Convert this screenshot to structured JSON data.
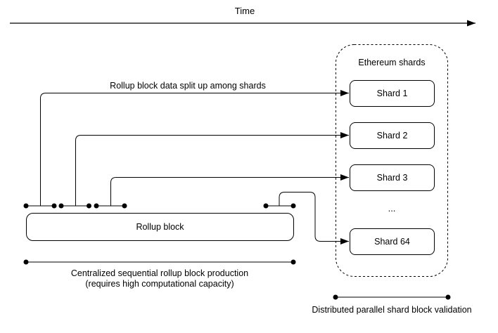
{
  "colors": {
    "line": "#000000",
    "background": "#ffffff",
    "text": "#000000"
  },
  "timeline": {
    "label": "Time"
  },
  "labels": {
    "split": "Rollup block data split up among shards",
    "production_line1": "Centralized sequential rollup block production",
    "production_line2": "(requires high computational capacity)",
    "validation": "Distributed parallel shard block validation"
  },
  "rollup_block": {
    "label": "Rollup block"
  },
  "shards_container": {
    "title": "Ethereum shards",
    "ellipsis": "...",
    "items": [
      {
        "label": "Shard 1"
      },
      {
        "label": "Shard 2"
      },
      {
        "label": "Shard 3"
      },
      {
        "label": "Shard 64"
      }
    ]
  }
}
